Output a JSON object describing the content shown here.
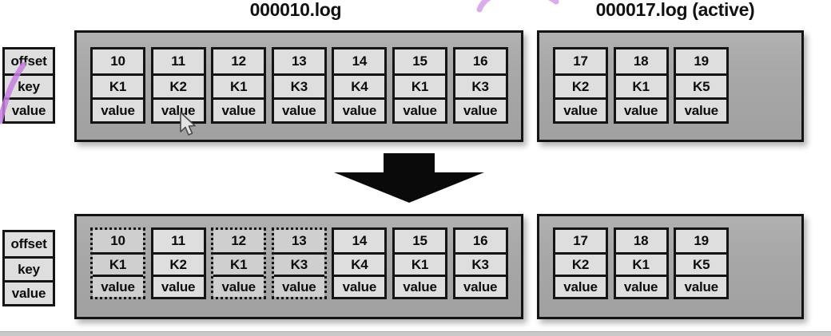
{
  "diagram": {
    "title_top_left": "000010.log",
    "title_top_right": "000017.log (active)",
    "legend": {
      "offset_label": "offset",
      "key_label": "key",
      "value_label": "value"
    },
    "value_text": "value",
    "arrow_icon": "down-arrow-icon",
    "cursor_icon": "mouse-pointer-icon",
    "annotation_icon": "purple-ink-annotation",
    "colors": {
      "panel_fill": "#a9a9a9",
      "cell_fill": "#dedede",
      "border": "#141414",
      "annotation": "#c museum"
    }
  },
  "before": {
    "label": "before-compaction",
    "segments": [
      {
        "name": "000010.log",
        "title": "000010.log",
        "active": false,
        "records": [
          {
            "offset": "10",
            "key": "K1",
            "value": "value",
            "tombstoned": false
          },
          {
            "offset": "11",
            "key": "K2",
            "value": "value",
            "tombstoned": false
          },
          {
            "offset": "12",
            "key": "K1",
            "value": "value",
            "tombstoned": false
          },
          {
            "offset": "13",
            "key": "K3",
            "value": "value",
            "tombstoned": false
          },
          {
            "offset": "14",
            "key": "K4",
            "value": "value",
            "tombstoned": false
          },
          {
            "offset": "15",
            "key": "K1",
            "value": "value",
            "tombstoned": false
          },
          {
            "offset": "16",
            "key": "K3",
            "value": "value",
            "tombstoned": false
          }
        ]
      },
      {
        "name": "000017.log",
        "title": "000017.log (active)",
        "active": true,
        "records": [
          {
            "offset": "17",
            "key": "K2",
            "value": "value",
            "tombstoned": false
          },
          {
            "offset": "18",
            "key": "K1",
            "value": "value",
            "tombstoned": false
          },
          {
            "offset": "19",
            "key": "K5",
            "value": "value",
            "tombstoned": false
          }
        ]
      }
    ]
  },
  "after": {
    "label": "after-compaction-marking",
    "segments": [
      {
        "name": "000010.log",
        "active": false,
        "records": [
          {
            "offset": "10",
            "key": "K1",
            "value": "value",
            "tombstoned": true
          },
          {
            "offset": "11",
            "key": "K2",
            "value": "value",
            "tombstoned": false
          },
          {
            "offset": "12",
            "key": "K1",
            "value": "value",
            "tombstoned": true
          },
          {
            "offset": "13",
            "key": "K3",
            "value": "value",
            "tombstoned": true
          },
          {
            "offset": "14",
            "key": "K4",
            "value": "value",
            "tombstoned": false
          },
          {
            "offset": "15",
            "key": "K1",
            "value": "value",
            "tombstoned": false
          },
          {
            "offset": "16",
            "key": "K3",
            "value": "value",
            "tombstoned": false
          }
        ]
      },
      {
        "name": "000017.log",
        "active": true,
        "records": [
          {
            "offset": "17",
            "key": "K2",
            "value": "value",
            "tombstoned": false
          },
          {
            "offset": "18",
            "key": "K1",
            "value": "value",
            "tombstoned": false
          },
          {
            "offset": "19",
            "key": "K5",
            "value": "value",
            "tombstoned": false
          }
        ]
      }
    ]
  }
}
